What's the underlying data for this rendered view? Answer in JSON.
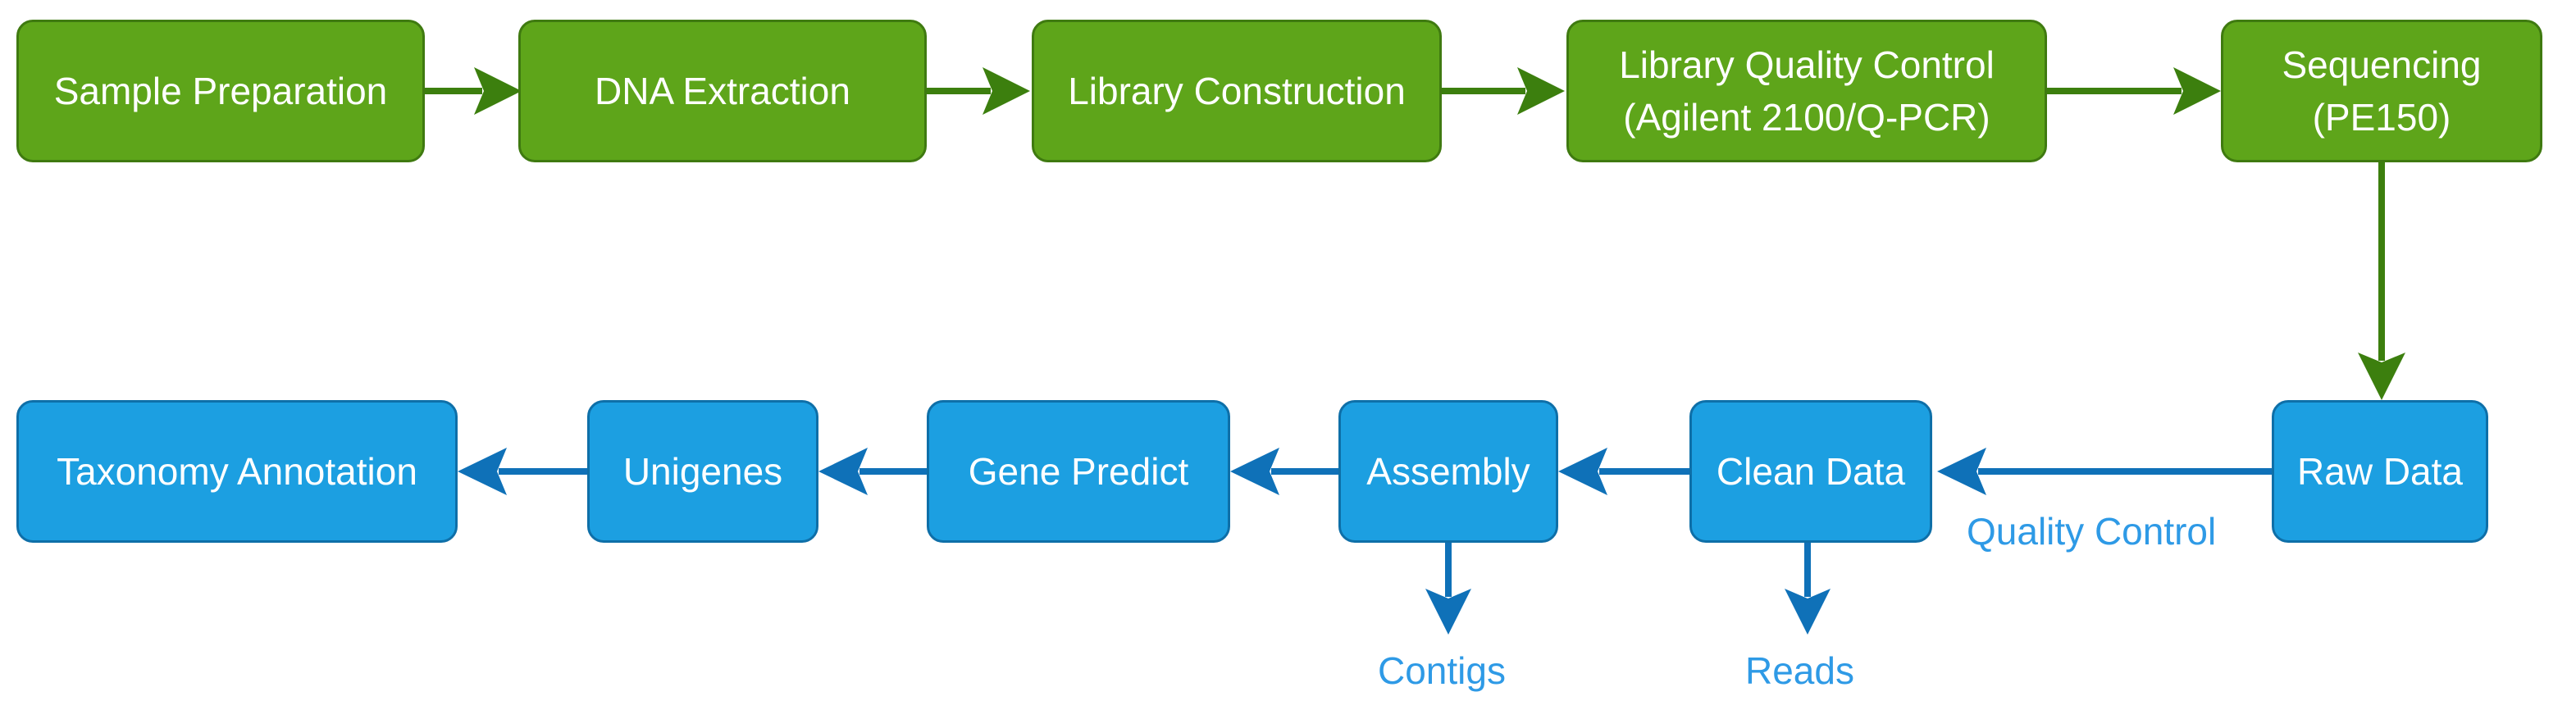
{
  "colors": {
    "green_fill": "#5ea51a",
    "green_stroke": "#3f7a10",
    "green_arrow": "#3c7f0e",
    "blue_fill": "#1c9fe1",
    "blue_stroke": "#0e6fa8",
    "blue_arrow": "#0f71b8",
    "label_text": "#2e9ae6"
  },
  "nodes": {
    "sample_preparation": "Sample Preparation",
    "dna_extraction": "DNA Extraction",
    "library_construction": "Library Construction",
    "library_qc": "Library Quality Control\n(Agilent 2100/Q-PCR)",
    "sequencing": "Sequencing\n(PE150)",
    "raw_data": "Raw Data",
    "clean_data": "Clean Data",
    "assembly": "Assembly",
    "gene_predict": "Gene Predict",
    "unigenes": "Unigenes",
    "taxonomy_annotation": "Taxonomy Annotation"
  },
  "edge_labels": {
    "quality_control": "Quality Control",
    "reads": "Reads",
    "contigs": "Contigs"
  }
}
